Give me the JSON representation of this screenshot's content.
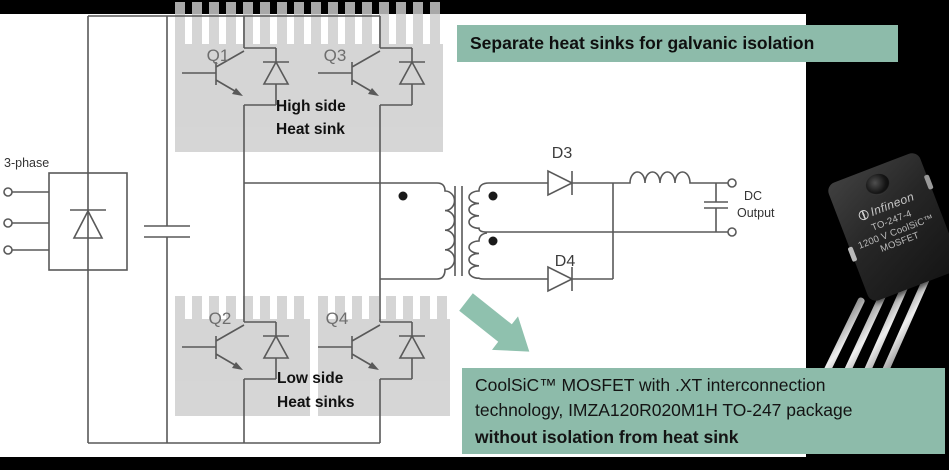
{
  "banner": {
    "label": "Separate heat sinks for galvanic isolation"
  },
  "callout": {
    "line1": "CoolSiC™ MOSFET with .XT interconnection",
    "line2": "technology, IMZA120R020M1H  TO-247 package",
    "line3": "without isolation from heat sink"
  },
  "circuit": {
    "input_label": "3-phase",
    "switches": {
      "q1": "Q1",
      "q2": "Q2",
      "q3": "Q3",
      "q4": "Q4"
    },
    "diodes": {
      "d3": "D3",
      "d4": "D4"
    },
    "heatsink_high": {
      "line1": "High side",
      "line2": "Heat sink"
    },
    "heatsink_low": {
      "line1": "Low side",
      "line2": "Heat sinks"
    },
    "output": {
      "line1": "DC",
      "line2": "Output"
    }
  },
  "package_photo": {
    "brand": "Infineon",
    "line1": "TO-247-4",
    "line2": "1200 V CoolSiC™",
    "line3": "MOSFET"
  },
  "colors": {
    "accent_green": "#8dbbaa",
    "arrow_green": "#8fc1ae",
    "wire_gray": "#595959",
    "slide_bg": "#ffffff",
    "frame_bg": "#000000"
  }
}
